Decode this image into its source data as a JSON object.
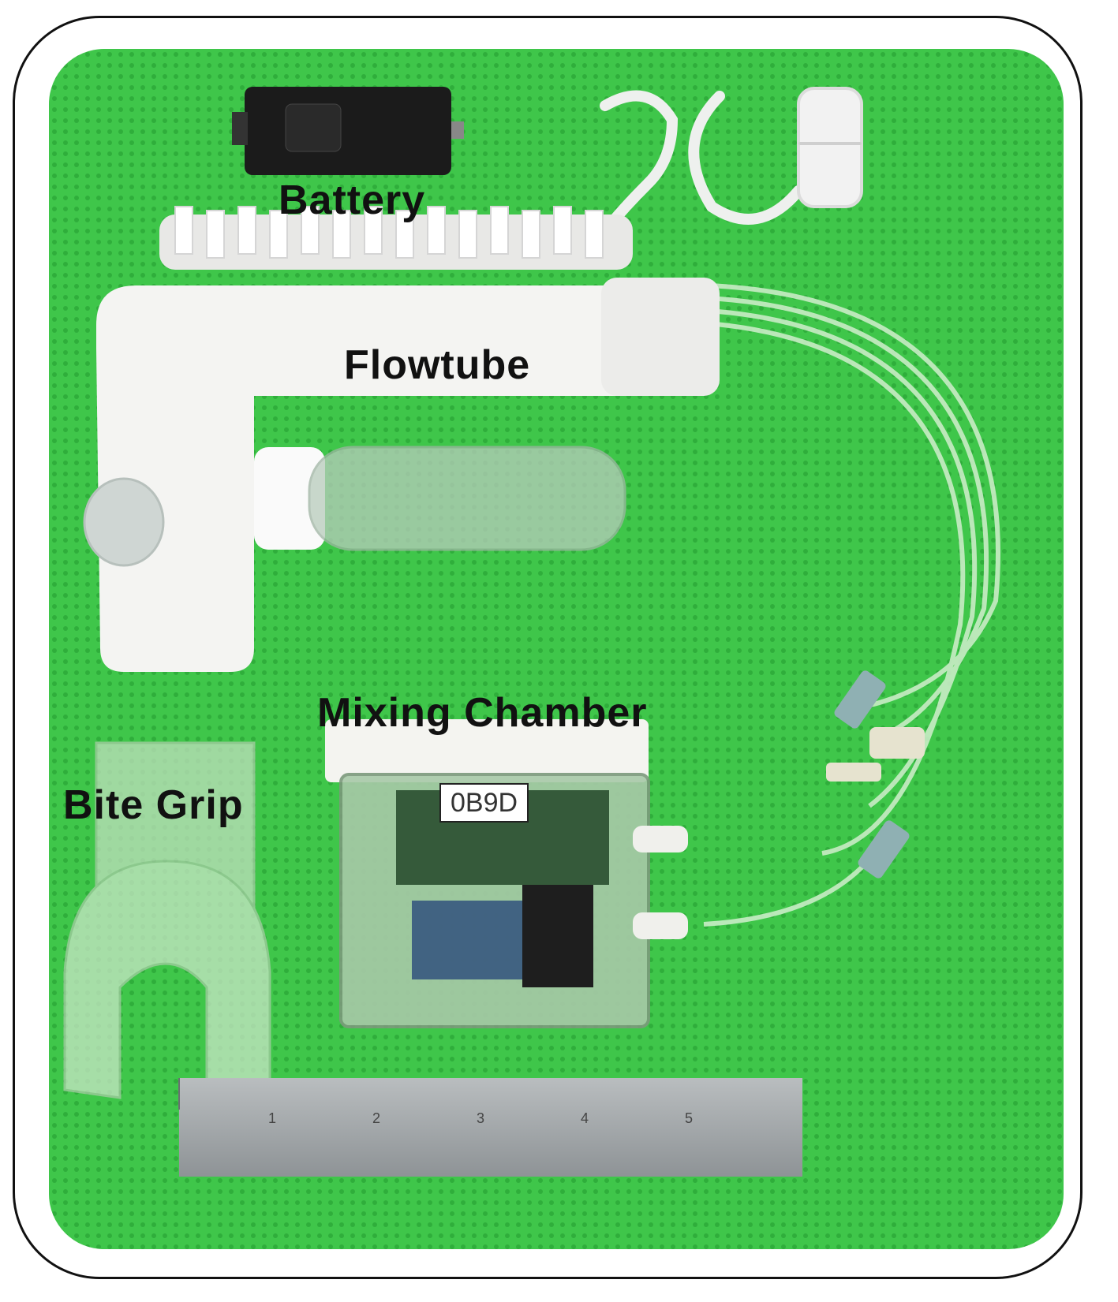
{
  "labels": {
    "battery": "Battery",
    "flowtube": "Flowtube",
    "mixing_chamber": "Mixing Chamber",
    "bite_grip": "Bite Grip"
  },
  "chamber_tag": "0B9D",
  "ruler_numbers": [
    "1",
    "2",
    "3",
    "4",
    "5"
  ],
  "colors": {
    "background_green": "#3fc64a",
    "frame_border": "#111111"
  }
}
